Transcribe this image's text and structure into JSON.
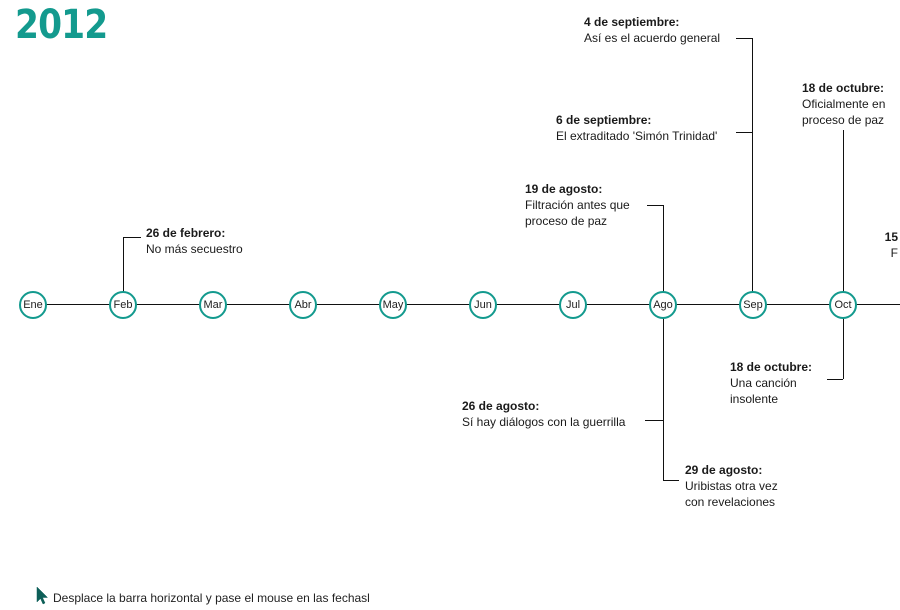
{
  "year": "2012",
  "months": [
    "Ene",
    "Feb",
    "Mar",
    "Abr",
    "May",
    "Jun",
    "Jul",
    "Ago",
    "Sep",
    "Oct"
  ],
  "events": [
    {
      "date": "26 de febrero:",
      "lines": [
        "No más secuestro"
      ]
    },
    {
      "date": "19 de agosto:",
      "lines": [
        "Filtración antes que",
        "proceso de paz"
      ]
    },
    {
      "date": "4 de septiembre:",
      "lines": [
        "Así es el acuerdo general"
      ]
    },
    {
      "date": "6 de septiembre:",
      "lines": [
        "El extraditado 'Simón Trinidad'"
      ]
    },
    {
      "date": "18 de octubre:",
      "lines": [
        "Oficialmente en",
        "proceso de paz"
      ]
    },
    {
      "date": "15",
      "lines": [
        "F"
      ]
    },
    {
      "date": "18 de octubre:",
      "lines": [
        "Una canción",
        "insolente"
      ]
    },
    {
      "date": "26 de agosto:",
      "lines": [
        "Sí hay diálogos con la guerrilla"
      ]
    },
    {
      "date": "29 de agosto:",
      "lines": [
        "Uribistas otra vez",
        "con revelaciones"
      ]
    }
  ],
  "hint": "Desplace la barra horizontal y pase el mouse en las fechasl",
  "colors": {
    "accent": "#139a8e",
    "line": "#111111"
  }
}
